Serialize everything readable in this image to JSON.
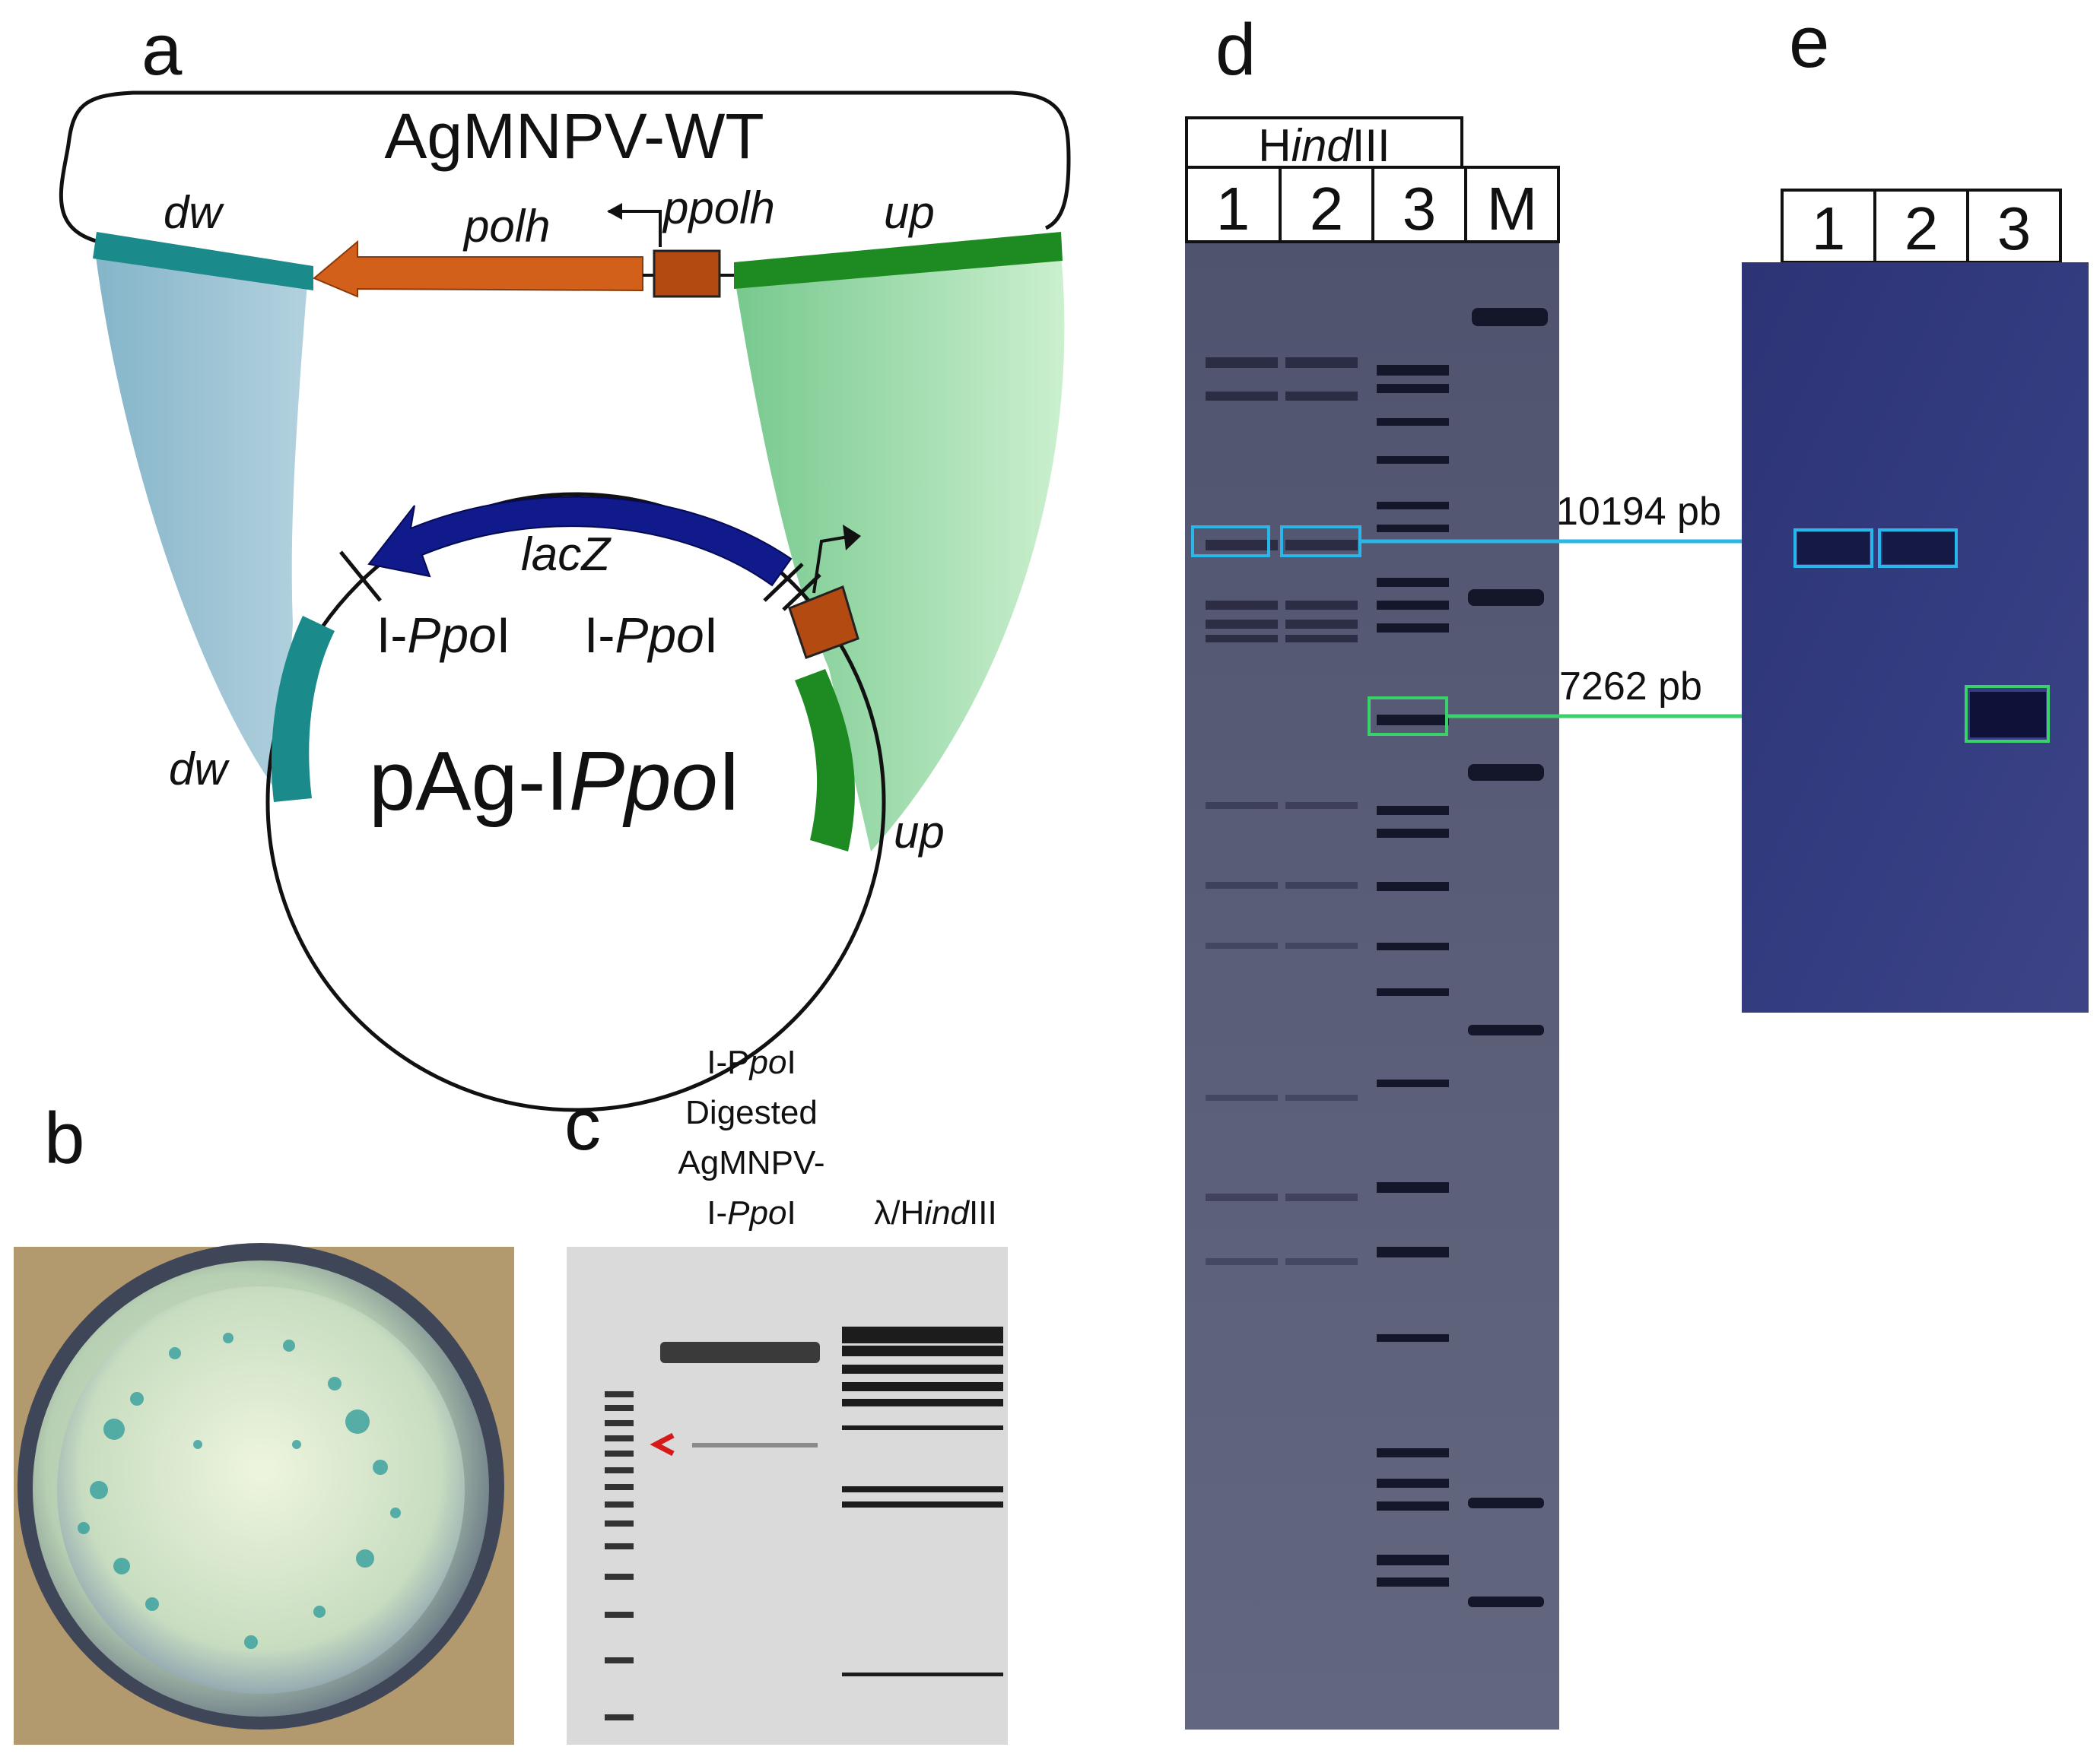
{
  "panels": {
    "a": "a",
    "b": "b",
    "c": "c",
    "d": "d",
    "e": "e"
  },
  "panel_a": {
    "wt_name": "AgMNPV-WT",
    "dw": "dw",
    "polh": "polh",
    "ppolh": "ppolh",
    "up": "up",
    "lacz": "lacZ",
    "ippo_left_pre": "I-",
    "ippo_left_it": "Ppo",
    "ippo_left_post": "I",
    "ippo_right_pre": "I-",
    "ippo_right_it": "Ppo",
    "ippo_right_post": "I",
    "plasmid_pre": "pAg-I",
    "plasmid_it": "Ppo",
    "plasmid_post": "I",
    "dw2": "dw",
    "up2": "up",
    "colors": {
      "dw": "#1a8a8a",
      "polh": "#d2601a",
      "ppolh": "#b24a12",
      "up": "#1d8a22",
      "lacz": "#101a8a",
      "blue_fan": "#7fb3c8",
      "green_fan": "#9fdcaa"
    }
  },
  "panel_c": {
    "lane1_line1_pre": "I-P",
    "lane1_line1_it": "po",
    "lane1_line1_post": "I",
    "lane1_line2": "Digested",
    "lane1_line3": "AgMNPV-",
    "lane1_line4_pre": "I-",
    "lane1_line4_it": "Ppo",
    "lane1_line4_post": "I",
    "lane2_pre": "λ/H",
    "lane2_it": "ind",
    "lane2_post": "III"
  },
  "panel_d": {
    "enzyme_pre": "H",
    "enzyme_it": "ind",
    "enzyme_post": "III",
    "lanes": [
      "1",
      "2",
      "3",
      "M"
    ]
  },
  "panel_e": {
    "lanes": [
      "1",
      "2",
      "3"
    ]
  },
  "annotations": {
    "band1": "10194 pb",
    "band2": "7262 pb",
    "band1_color": "#29b6e8",
    "band2_color": "#3ad06a"
  }
}
